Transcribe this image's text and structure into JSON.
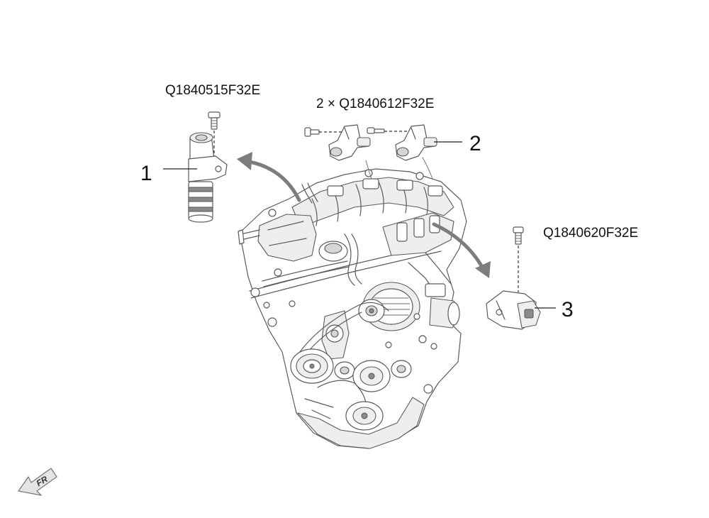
{
  "parts": [
    {
      "callout": "1",
      "part_number": "Q1840515F32E"
    },
    {
      "callout": "2",
      "part_number": "2 × Q1840612F32E"
    },
    {
      "callout": "3",
      "part_number": "Q1840620F32E"
    }
  ],
  "orientation": {
    "label": "FR",
    "icon": "front-direction-arrow-icon"
  },
  "colors": {
    "line": "#5a5a5a",
    "arrow": "#7d7d7d",
    "text": "#111111"
  }
}
